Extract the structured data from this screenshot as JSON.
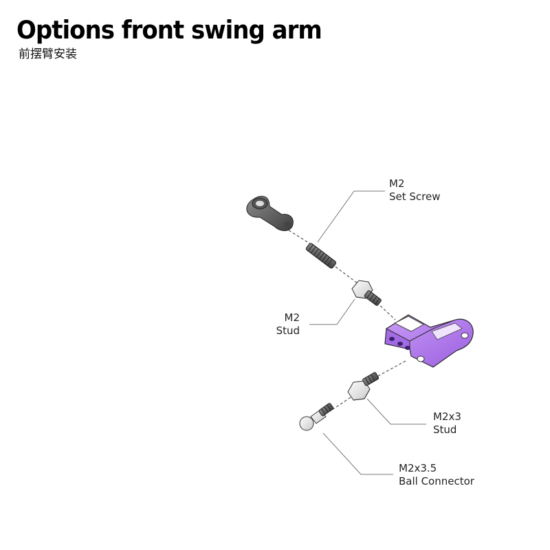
{
  "page": {
    "title": "Options front swing arm",
    "subtitle": "前摆臂安装"
  },
  "colors": {
    "arm": "#b57cf0",
    "arm_dark": "#8a4fd0",
    "part_gray": "#6b6b6b",
    "part_light": "#e4e4e4",
    "leader_line": "#666666"
  },
  "callouts": [
    {
      "id": "set-screw",
      "line1": "M2",
      "line2": "Set Screw"
    },
    {
      "id": "m2-stud",
      "line1": "M2",
      "line2": "Stud"
    },
    {
      "id": "m2x3-stud",
      "line1": "M2x3",
      "line2": "Stud"
    },
    {
      "id": "ball-connector",
      "line1": "M2x3.5",
      "line2": "Ball Connector"
    }
  ]
}
